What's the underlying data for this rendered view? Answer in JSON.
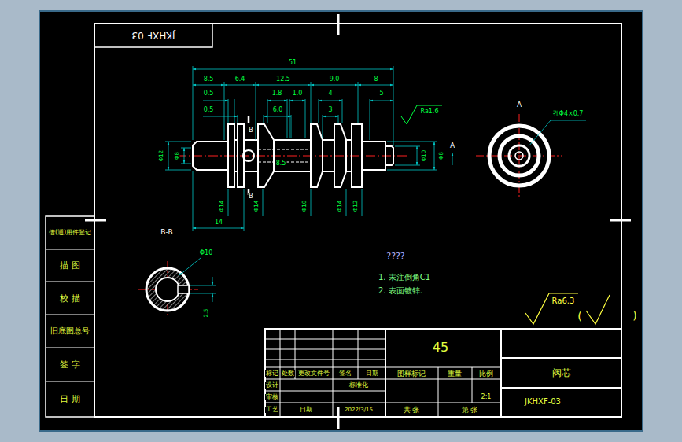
{
  "diagram": {
    "labels": [
      "JKHXF-03",
      "51",
      "8.5",
      "6.4",
      "12.5",
      "9.0",
      "8",
      "0.5",
      "1.8",
      "1.0",
      "4",
      "5",
      "0.5",
      "6.0",
      "3",
      "Ra1.6",
      "A",
      "8.5",
      "14",
      "B",
      "B",
      "Φ12",
      "Φ8",
      "Φ14",
      "Φ14",
      "Φ10",
      "Φ14",
      "Φ12",
      "Φ10",
      "Φ8",
      "A",
      "孔Φ4×0.7",
      "B-B",
      "Φ10",
      "2.5",
      "????",
      "1. 未注倒角C1",
      "2. 表面镀锌.",
      "Ra6.3",
      "(",
      ")",
      "借(通)用件登记",
      "描 图",
      "校 描",
      "旧底图总号",
      "签 字",
      "日 期",
      "45",
      "阀芯",
      "JKHXF-03",
      "标记",
      "处数",
      "更改文件号",
      "签名",
      "日期",
      "设计",
      "标准化",
      "图样标记",
      "重量",
      "比例",
      "2:1",
      "审核",
      "工艺",
      "日期",
      "2022/3/15",
      "共 张",
      "第 张"
    ]
  }
}
